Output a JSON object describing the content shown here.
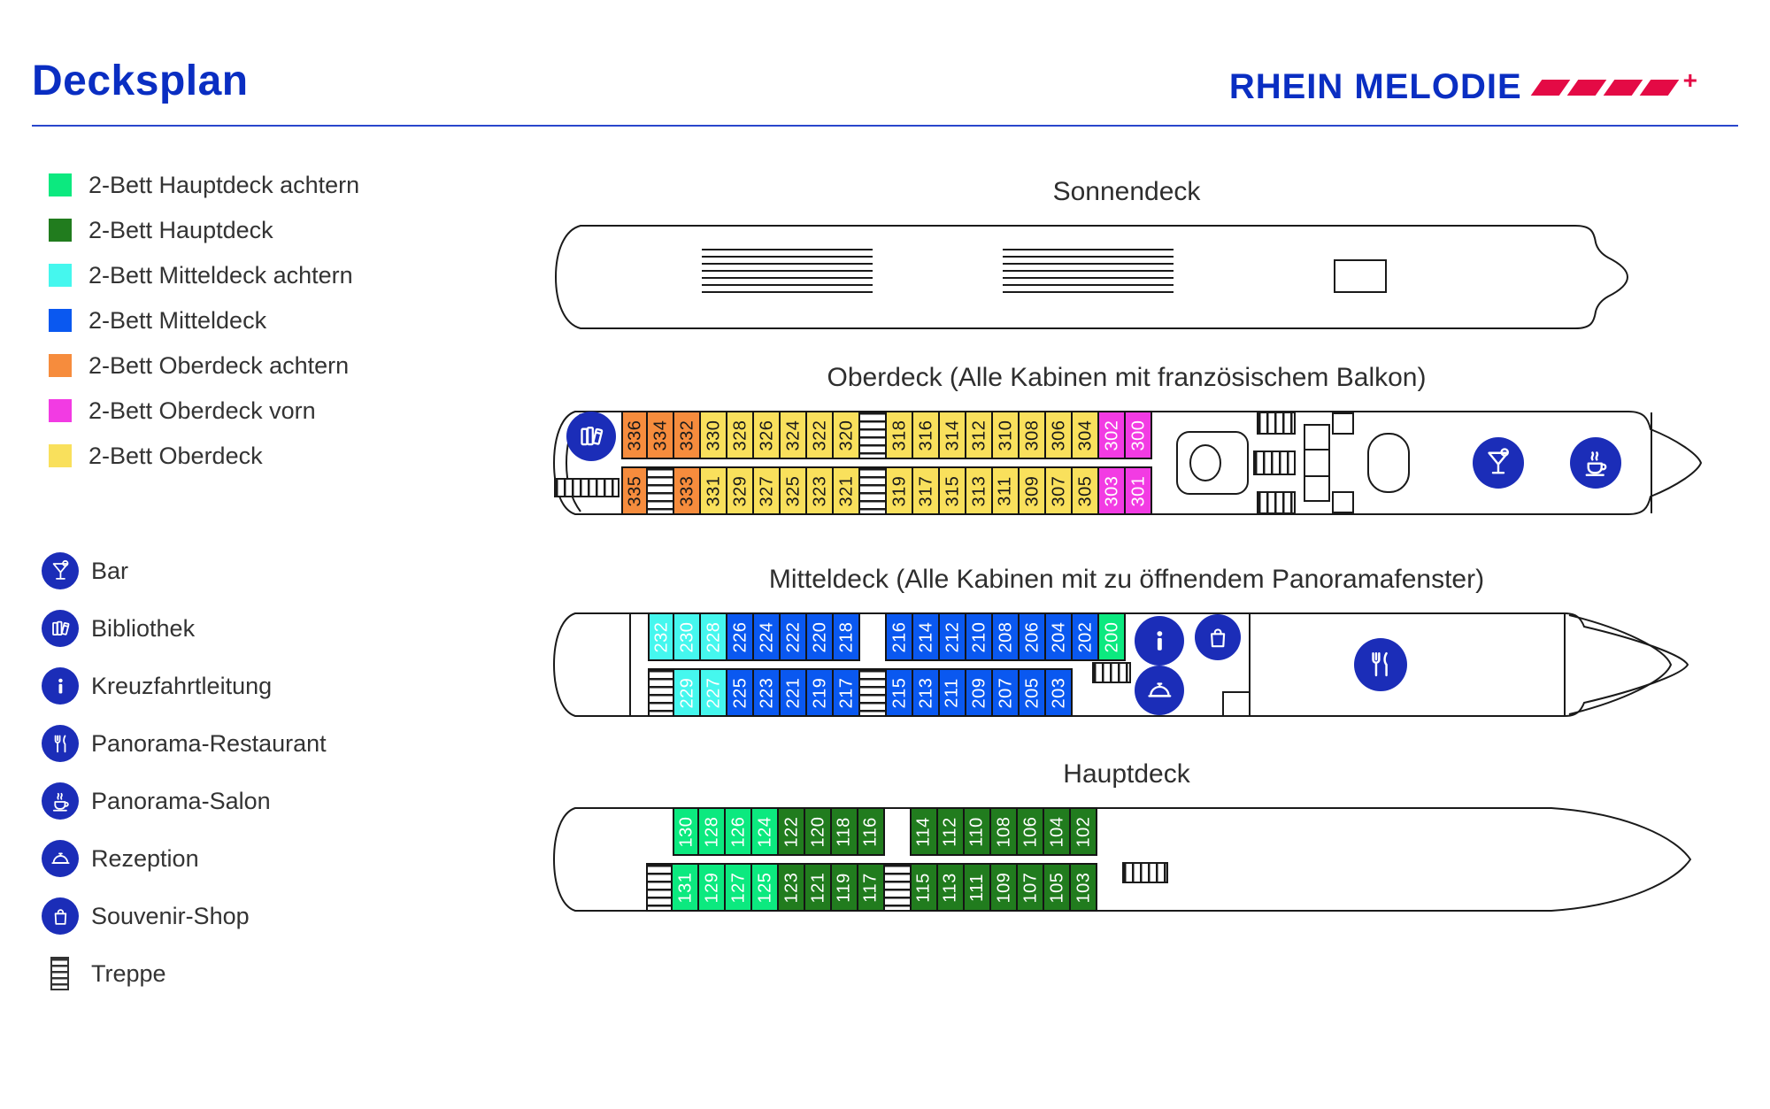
{
  "header": {
    "title": "Decksplan",
    "logo": {
      "ship_name": "RHEIN MELODIE",
      "stars": 4,
      "plus": "+"
    }
  },
  "colors": {
    "hauptdeck_achtern": "#0ce97f",
    "hauptdeck": "#217c1e",
    "mitteldeck_achtern": "#45f7ee",
    "mitteldeck": "#0a58f0",
    "oberdeck_achtern": "#f68c3d",
    "oberdeck_vorn": "#f23be3",
    "oberdeck": "#f9e05c",
    "heading_blue": "#0a2ec2",
    "divider_blue": "#2a47cc",
    "icon_circle_blue": "#1b2db8",
    "logo_red": "#e40a45",
    "cabin_text_light": "#ffffff",
    "cabin_text_dark": "#1a1a1a"
  },
  "legend": {
    "cabin_categories": [
      {
        "label": "2-Bett Hauptdeck achtern",
        "color": "hauptdeck_achtern"
      },
      {
        "label": "2-Bett Hauptdeck",
        "color": "hauptdeck"
      },
      {
        "label": "2-Bett Mitteldeck achtern",
        "color": "mitteldeck_achtern"
      },
      {
        "label": "2-Bett Mitteldeck",
        "color": "mitteldeck"
      },
      {
        "label": "2-Bett Oberdeck achtern",
        "color": "oberdeck_achtern"
      },
      {
        "label": "2-Bett Oberdeck vorn",
        "color": "oberdeck_vorn"
      },
      {
        "label": "2-Bett Oberdeck",
        "color": "oberdeck"
      }
    ],
    "facilities": [
      {
        "label": "Bar",
        "icon": "cocktail-icon"
      },
      {
        "label": "Bibliothek",
        "icon": "books-icon"
      },
      {
        "label": "Kreuzfahrtleitung",
        "icon": "info-icon"
      },
      {
        "label": "Panorama-Restaurant",
        "icon": "cutlery-icon"
      },
      {
        "label": "Panorama-Salon",
        "icon": "coffee-icon"
      },
      {
        "label": "Rezeption",
        "icon": "cloche-icon"
      },
      {
        "label": "Souvenir-Shop",
        "icon": "bag-icon"
      },
      {
        "label": "Treppe",
        "icon": "stairs-icon"
      }
    ]
  },
  "decks": [
    {
      "id": "sonnendeck",
      "title": "Sonnendeck",
      "cabin_rows": {
        "top": [],
        "bottom": []
      },
      "facility_icons": []
    },
    {
      "id": "oberdeck",
      "title": "Oberdeck (Alle Kabinen mit französischem Balkon)",
      "cabin_rows": {
        "top": [
          {
            "n": "336",
            "c": "oberdeck_achtern"
          },
          {
            "n": "334",
            "c": "oberdeck_achtern"
          },
          {
            "n": "332",
            "c": "oberdeck_achtern"
          },
          {
            "n": "330",
            "c": "oberdeck"
          },
          {
            "n": "328",
            "c": "oberdeck"
          },
          {
            "n": "326",
            "c": "oberdeck"
          },
          {
            "n": "324",
            "c": "oberdeck"
          },
          {
            "n": "322",
            "c": "oberdeck"
          },
          {
            "n": "320",
            "c": "oberdeck"
          },
          {
            "t": "stairs"
          },
          {
            "n": "318",
            "c": "oberdeck"
          },
          {
            "n": "316",
            "c": "oberdeck"
          },
          {
            "n": "314",
            "c": "oberdeck"
          },
          {
            "n": "312",
            "c": "oberdeck"
          },
          {
            "n": "310",
            "c": "oberdeck"
          },
          {
            "n": "308",
            "c": "oberdeck"
          },
          {
            "n": "306",
            "c": "oberdeck"
          },
          {
            "n": "304",
            "c": "oberdeck"
          },
          {
            "n": "302",
            "c": "oberdeck_vorn"
          },
          {
            "n": "300",
            "c": "oberdeck_vorn"
          }
        ],
        "bottom": [
          {
            "n": "335",
            "c": "oberdeck_achtern"
          },
          {
            "t": "stairs"
          },
          {
            "n": "333",
            "c": "oberdeck_achtern"
          },
          {
            "n": "331",
            "c": "oberdeck"
          },
          {
            "n": "329",
            "c": "oberdeck"
          },
          {
            "n": "327",
            "c": "oberdeck"
          },
          {
            "n": "325",
            "c": "oberdeck"
          },
          {
            "n": "323",
            "c": "oberdeck"
          },
          {
            "n": "321",
            "c": "oberdeck"
          },
          {
            "t": "stairs"
          },
          {
            "n": "319",
            "c": "oberdeck"
          },
          {
            "n": "317",
            "c": "oberdeck"
          },
          {
            "n": "315",
            "c": "oberdeck"
          },
          {
            "n": "313",
            "c": "oberdeck"
          },
          {
            "n": "311",
            "c": "oberdeck"
          },
          {
            "n": "309",
            "c": "oberdeck"
          },
          {
            "n": "307",
            "c": "oberdeck"
          },
          {
            "n": "305",
            "c": "oberdeck"
          },
          {
            "n": "303",
            "c": "oberdeck_vorn"
          },
          {
            "n": "301",
            "c": "oberdeck_vorn"
          }
        ]
      },
      "facility_icons": [
        "books-icon",
        "cocktail-icon",
        "coffee-icon"
      ]
    },
    {
      "id": "mitteldeck",
      "title": "Mitteldeck (Alle Kabinen mit zu öffnendem Panoramafenster)",
      "cabin_rows": {
        "top": [
          {
            "n": "232",
            "c": "mitteldeck_achtern"
          },
          {
            "n": "230",
            "c": "mitteldeck_achtern"
          },
          {
            "n": "228",
            "c": "mitteldeck_achtern"
          },
          {
            "n": "226",
            "c": "mitteldeck"
          },
          {
            "n": "224",
            "c": "mitteldeck"
          },
          {
            "n": "222",
            "c": "mitteldeck"
          },
          {
            "n": "220",
            "c": "mitteldeck"
          },
          {
            "n": "218",
            "c": "mitteldeck"
          },
          {
            "t": "gap"
          },
          {
            "n": "216",
            "c": "mitteldeck"
          },
          {
            "n": "214",
            "c": "mitteldeck"
          },
          {
            "n": "212",
            "c": "mitteldeck"
          },
          {
            "n": "210",
            "c": "mitteldeck"
          },
          {
            "n": "208",
            "c": "mitteldeck"
          },
          {
            "n": "206",
            "c": "mitteldeck"
          },
          {
            "n": "204",
            "c": "mitteldeck"
          },
          {
            "n": "202",
            "c": "mitteldeck"
          },
          {
            "n": "200",
            "c": "hauptdeck_achtern"
          }
        ],
        "bottom": [
          {
            "t": "stairs"
          },
          {
            "n": "229",
            "c": "mitteldeck_achtern"
          },
          {
            "n": "227",
            "c": "mitteldeck_achtern"
          },
          {
            "n": "225",
            "c": "mitteldeck"
          },
          {
            "n": "223",
            "c": "mitteldeck"
          },
          {
            "n": "221",
            "c": "mitteldeck"
          },
          {
            "n": "219",
            "c": "mitteldeck"
          },
          {
            "n": "217",
            "c": "mitteldeck"
          },
          {
            "t": "stairs"
          },
          {
            "n": "215",
            "c": "mitteldeck"
          },
          {
            "n": "213",
            "c": "mitteldeck"
          },
          {
            "n": "211",
            "c": "mitteldeck"
          },
          {
            "n": "209",
            "c": "mitteldeck"
          },
          {
            "n": "207",
            "c": "mitteldeck"
          },
          {
            "n": "205",
            "c": "mitteldeck"
          },
          {
            "n": "203",
            "c": "mitteldeck"
          }
        ]
      },
      "facility_icons": [
        "info-icon",
        "bag-icon",
        "cloche-icon",
        "cutlery-icon"
      ]
    },
    {
      "id": "hauptdeck",
      "title": "Hauptdeck",
      "cabin_rows": {
        "top": [
          {
            "n": "130",
            "c": "hauptdeck_achtern"
          },
          {
            "n": "128",
            "c": "hauptdeck_achtern"
          },
          {
            "n": "126",
            "c": "hauptdeck_achtern"
          },
          {
            "n": "124",
            "c": "hauptdeck_achtern"
          },
          {
            "n": "122",
            "c": "hauptdeck"
          },
          {
            "n": "120",
            "c": "hauptdeck"
          },
          {
            "n": "118",
            "c": "hauptdeck"
          },
          {
            "n": "116",
            "c": "hauptdeck"
          },
          {
            "t": "gap"
          },
          {
            "n": "114",
            "c": "hauptdeck"
          },
          {
            "n": "112",
            "c": "hauptdeck"
          },
          {
            "n": "110",
            "c": "hauptdeck"
          },
          {
            "n": "108",
            "c": "hauptdeck"
          },
          {
            "n": "106",
            "c": "hauptdeck"
          },
          {
            "n": "104",
            "c": "hauptdeck"
          },
          {
            "n": "102",
            "c": "hauptdeck"
          }
        ],
        "bottom": [
          {
            "t": "stairs"
          },
          {
            "n": "131",
            "c": "hauptdeck_achtern"
          },
          {
            "n": "129",
            "c": "hauptdeck_achtern"
          },
          {
            "n": "127",
            "c": "hauptdeck_achtern"
          },
          {
            "n": "125",
            "c": "hauptdeck_achtern"
          },
          {
            "n": "123",
            "c": "hauptdeck"
          },
          {
            "n": "121",
            "c": "hauptdeck"
          },
          {
            "n": "119",
            "c": "hauptdeck"
          },
          {
            "n": "117",
            "c": "hauptdeck"
          },
          {
            "t": "stairs"
          },
          {
            "n": "115",
            "c": "hauptdeck"
          },
          {
            "n": "113",
            "c": "hauptdeck"
          },
          {
            "n": "111",
            "c": "hauptdeck"
          },
          {
            "n": "109",
            "c": "hauptdeck"
          },
          {
            "n": "107",
            "c": "hauptdeck"
          },
          {
            "n": "105",
            "c": "hauptdeck"
          },
          {
            "n": "103",
            "c": "hauptdeck"
          }
        ]
      },
      "facility_icons": []
    }
  ]
}
